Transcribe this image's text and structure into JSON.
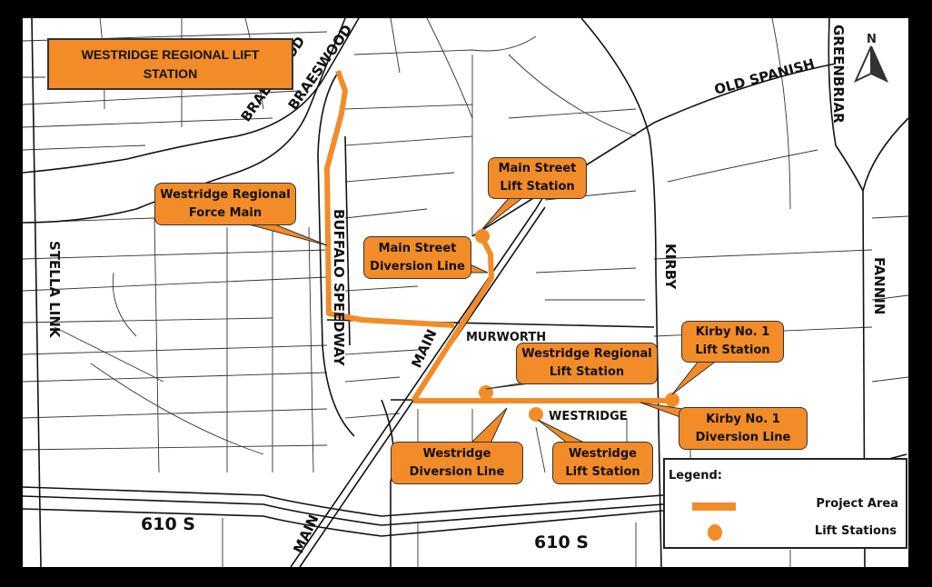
{
  "title": {
    "line1": "WESTRIDGE REGIONAL LIFT",
    "line2": "STATION"
  },
  "north_arrow": {
    "label": "N",
    "icon": "north-arrow-icon"
  },
  "streets": {
    "braeswood_1": "BRAESWOOD",
    "braeswood_2": "BRAESWOOD",
    "old_spanish": "OLD SPANISH",
    "greenbriar": "GREENBRIAR",
    "kirby": "KIRBY",
    "fannin": "FANNIN",
    "stella_link": "STELLA LINK",
    "buffalo_speedway": "BUFFALO SPEEDWAY",
    "main_upper": "MAIN",
    "main_lower": "MAIN",
    "murworth": "MURWORTH",
    "westridge": "WESTRIDGE",
    "i610_left": "610 S",
    "i610_right": "610 S"
  },
  "callouts": {
    "force_main": {
      "line1": "Westridge Regional",
      "line2": "Force Main"
    },
    "main_street_lift": {
      "line1": "Main Street",
      "line2": "Lift Station"
    },
    "main_street_diversion": {
      "line1": "Main Street",
      "line2": "Diversion Line"
    },
    "westridge_regional_lift": {
      "line1": "Westridge Regional",
      "line2": "Lift Station"
    },
    "kirby_lift": {
      "line1": "Kirby No. 1",
      "line2": "Lift Station"
    },
    "kirby_diversion": {
      "line1": "Kirby No. 1",
      "line2": "Diversion Line"
    },
    "westridge_diversion": {
      "line1": "Westridge",
      "line2": "Diversion Line"
    },
    "westridge_lift": {
      "line1": "Westridge",
      "line2": "Lift Station"
    }
  },
  "legend": {
    "title": "Legend:",
    "items": [
      {
        "label": "Project Area",
        "symbol": "line"
      },
      {
        "label": "Lift Stations",
        "symbol": "dot"
      }
    ]
  },
  "colors": {
    "project_area": "#f28c28",
    "background": "#ffffff",
    "frame": "#000000"
  }
}
